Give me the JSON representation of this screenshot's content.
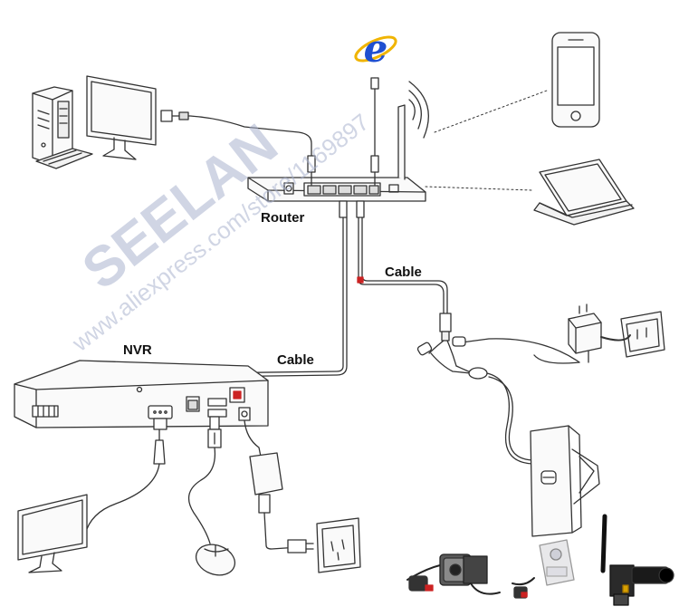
{
  "labels": {
    "router": "Router",
    "nvr": "NVR",
    "cable_top": "Cable",
    "cable_left": "Cable"
  },
  "watermark": {
    "brand": "SEELAN",
    "store": "www.aliexpress.com/store/1169897"
  },
  "colors": {
    "line": "#333333",
    "ie_blue": "#1f4fd0",
    "ie_ring": "#f0b400",
    "watermark": "#aab3cf",
    "connector_red": "#cc2222"
  }
}
